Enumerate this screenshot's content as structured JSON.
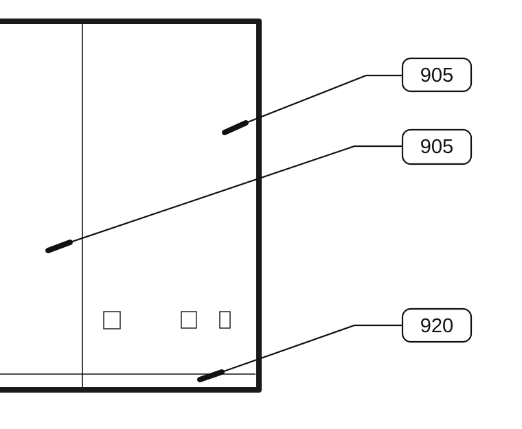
{
  "callouts": [
    {
      "label": "905"
    },
    {
      "label": "905"
    },
    {
      "label": "920"
    }
  ],
  "colors": {
    "stroke": "#111111",
    "background": "#ffffff"
  }
}
